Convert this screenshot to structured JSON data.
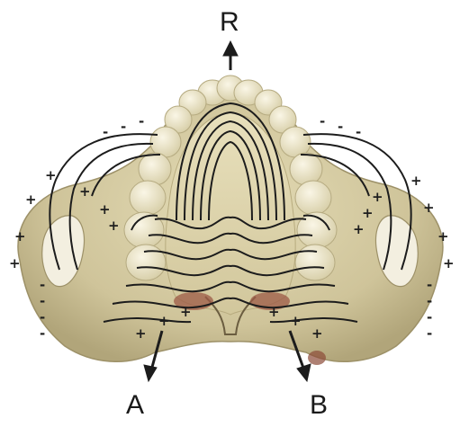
{
  "labels": {
    "top": "R",
    "left": "A",
    "right": "B"
  },
  "signs": {
    "plus": "+",
    "minus": "-"
  },
  "colors": {
    "bone": "#d8d0a8",
    "bone_dark": "#a89c70",
    "tooth": "#ece6cc",
    "tooth_edge": "#b5aa80",
    "palate_red": "#9c5a45",
    "line": "#1c1c1c"
  }
}
